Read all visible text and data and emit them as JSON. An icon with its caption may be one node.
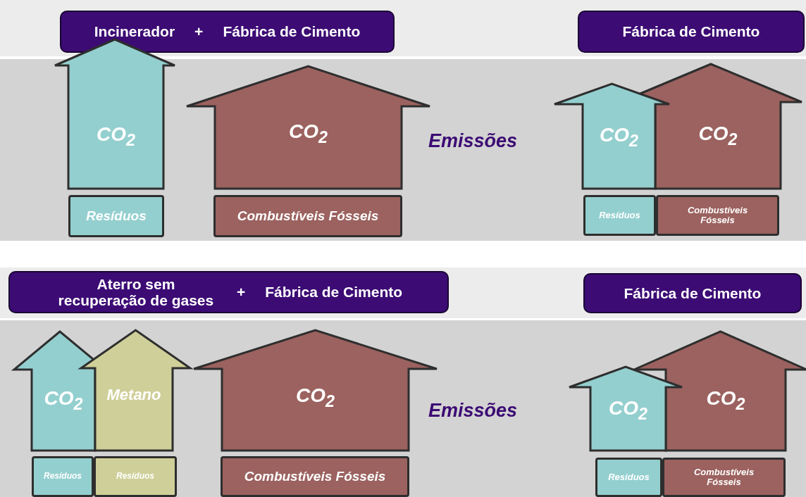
{
  "diagram": {
    "nodes": [
      {
        "text": [
          "Incinerador",
          "+",
          "Fábrica de Cimento"
        ]
      },
      {
        "text": [
          "Fábrica de Cimento"
        ]
      },
      {
        "text": [
          "CO$_{2}$"
        ]
      },
      {
        "text": [
          "CO$_{2}$"
        ]
      },
      {
        "text": [
          "CO$_{2}$"
        ]
      },
      {
        "text": [
          "CO$_{2}$"
        ]
      },
      {
        "text": [
          "Resíduos"
        ]
      },
      {
        "text": [
          "Combustíveis Fósseis"
        ]
      },
      {
        "text": [
          "Resíduos"
        ]
      },
      {
        "text": [
          "Combustíveis Fósseis"
        ]
      },
      {
        "text": [
          "Aterro sem recuperação de gases",
          "+",
          "Fábrica de Cimento"
        ]
      },
      {
        "text": [
          "Fábrica de Cimento"
        ]
      },
      {
        "text": [
          "CO$_{2}$"
        ]
      },
      {
        "text": [
          "Metano"
        ]
      },
      {
        "text": [
          "CO$_{2}$"
        ]
      },
      {
        "text": [
          "CO$_{2}$"
        ]
      },
      {
        "text": [
          "CO$_{2}$"
        ]
      },
      {
        "text": [
          "Resíduos"
        ]
      },
      {
        "text": [
          "Resíduos"
        ]
      },
      {
        "text": [
          "Combustíveis Fósseis"
        ]
      },
      {
        "text": [
          "Resíduos"
        ]
      },
      {
        "text": [
          "Combustíveis Fósseis"
        ]
      }
    ],
    "labels": [
      "Emissões",
      "Emissões"
    ]
  }
}
